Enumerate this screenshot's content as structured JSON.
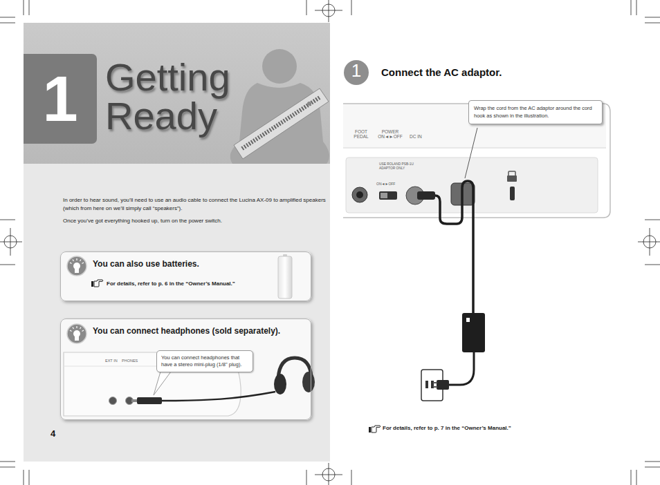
{
  "diagram": {
    "title": "Getting Ready",
    "nodes": [
      {
        "text": [
          "1"
        ]
      },
      {
        "text": [
          "You can also use batteries.",
          "For details, refer to p. 6 in the “Owner’s Manual.”"
        ]
      },
      {
        "text": [
          "You can connect headphones (sold separately)."
        ]
      },
      {
        "text": [
          "You can connect headphones that have a stereo mini-plug (1/8\" plug)."
        ],
        "in": 2
      },
      {
        "text": [
          "1",
          "Connect the AC adaptor."
        ]
      },
      {
        "text": [
          "Wrap the cord from the AC adaptor around the cord hook as shown in the illustration."
        ]
      }
    ],
    "labels": [
      "In order to hear sound, you’ll need to use an audio cable to connect the Lucina AX-09 to amplified speakers (which from here on we’ll simply call “speakers”).",
      "Once you’ve got everything hooked up, turn on the power switch.",
      "EXT IN",
      "PHONES",
      "4",
      "FOOT PEDAL",
      "POWER ON◄►OFF",
      "DC IN",
      "USE ROLAND PSB-1U ADAPTOR ONLY",
      "ON◄►OFF",
      "For details, refer to p. 7 in the “Owner’s Manual.”"
    ]
  }
}
